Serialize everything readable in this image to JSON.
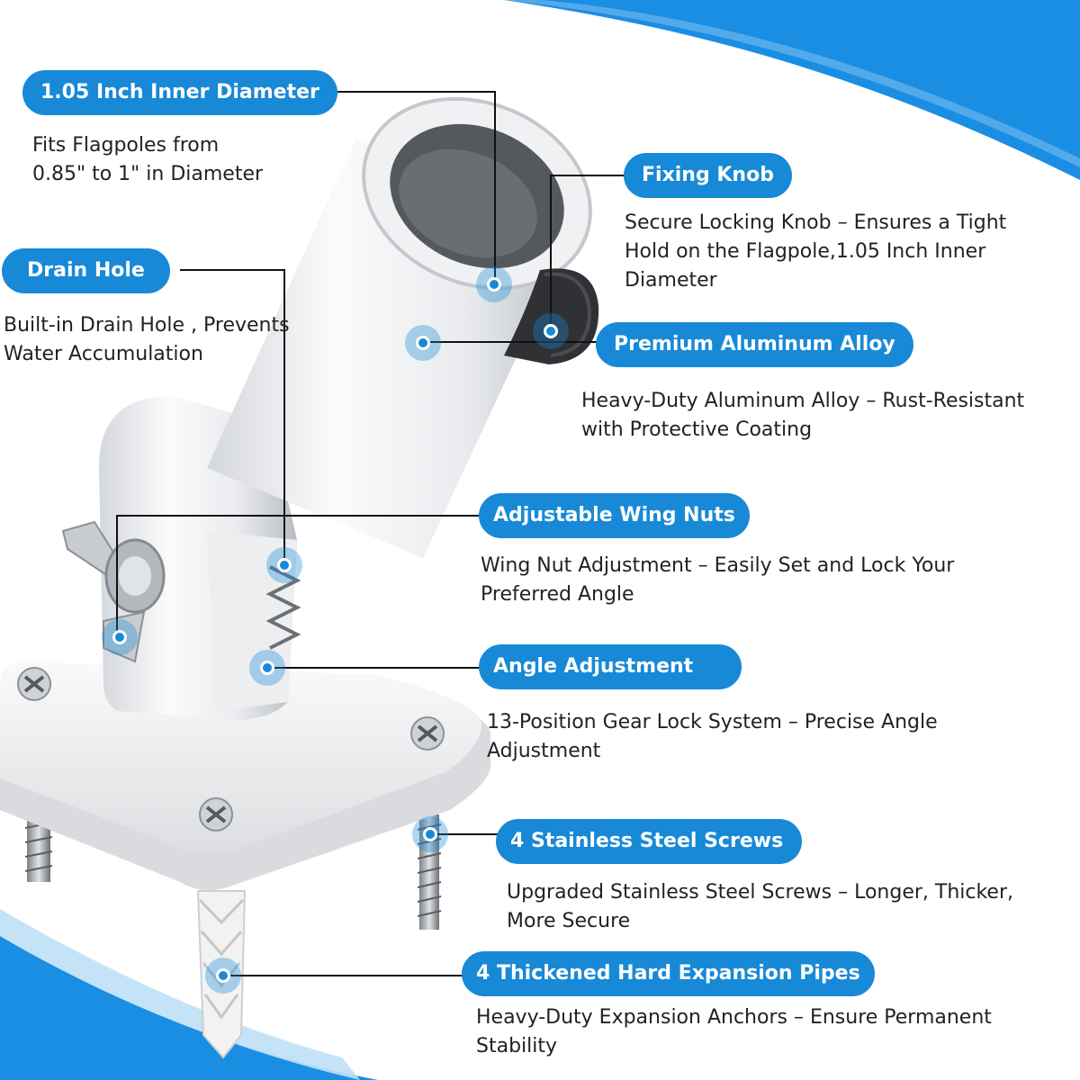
{
  "colors": {
    "accent": "#1789d6",
    "wave": "#1a8ee3",
    "text": "#222222"
  },
  "callouts": [
    {
      "key": "inner-diameter",
      "title": "1.05 Inch Inner Diameter",
      "desc": [
        "Fits Flagpoles from",
        "0.85\" to 1\" in Diameter"
      ]
    },
    {
      "key": "fixing-knob",
      "title": "Fixing Knob",
      "desc": [
        "Secure Locking Knob – Ensures a Tight",
        "Hold on the Flagpole,1.05 Inch Inner",
        "Diameter"
      ]
    },
    {
      "key": "drain-hole",
      "title": "Drain Hole",
      "desc": [
        "Built-in Drain Hole , Prevents",
        "Water Accumulation"
      ]
    },
    {
      "key": "aluminum-alloy",
      "title": "Premium Aluminum Alloy",
      "desc": [
        "Heavy-Duty Aluminum Alloy – Rust-Resistant",
        "with Protective Coating"
      ]
    },
    {
      "key": "wing-nuts",
      "title": "Adjustable Wing Nuts",
      "desc": [
        "Wing Nut Adjustment – Easily Set and Lock Your",
        "Preferred Angle"
      ]
    },
    {
      "key": "angle-adjustment",
      "title": "Angle Adjustment",
      "desc": [
        "13-Position Gear Lock System – Precise Angle",
        "Adjustment"
      ]
    },
    {
      "key": "steel-screws",
      "title": "4 Stainless Steel Screws",
      "desc": [
        "Upgraded Stainless Steel Screws – Longer, Thicker,",
        "More Secure"
      ]
    },
    {
      "key": "expansion-pipes",
      "title": "4 Thickened Hard Expansion Pipes",
      "desc": [
        "Heavy-Duty Expansion Anchors – Ensure Permanent",
        "Stability"
      ]
    }
  ]
}
